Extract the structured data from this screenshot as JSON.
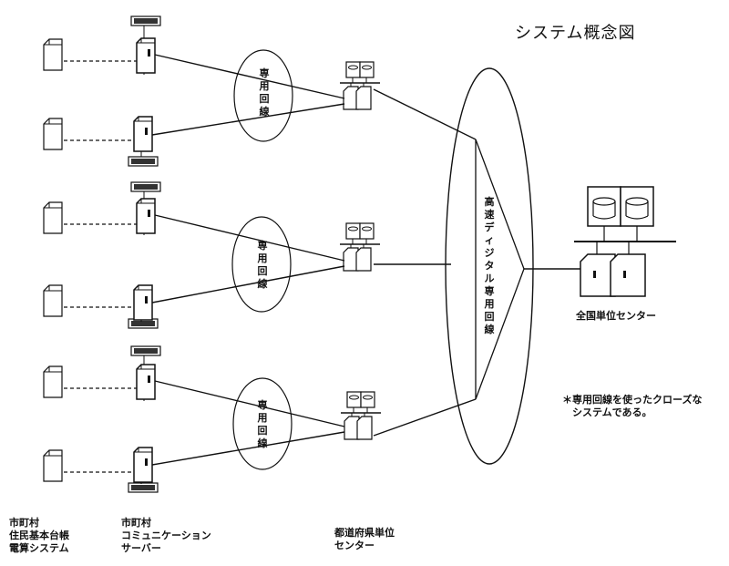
{
  "title": "システム概念図",
  "note_lines": [
    "＊専用回線を使ったクローズな",
    "　システムである。"
  ],
  "national_center_label": "全国単位センター",
  "backbone_label": [
    "高",
    "速",
    "デ",
    "ィ",
    "ジ",
    "タ",
    "ル",
    "専",
    "用",
    "回",
    "線"
  ],
  "leased_line_label": [
    "専",
    "用",
    "回",
    "線"
  ],
  "bottom_labels": {
    "municipal_registry": [
      "市町村",
      "住民基本台帳",
      "電算システム"
    ],
    "municipal_server": [
      "市町村",
      "コミュニケーション",
      "サーバー"
    ],
    "prefecture_center": [
      "都道府県単位",
      "センター"
    ]
  }
}
